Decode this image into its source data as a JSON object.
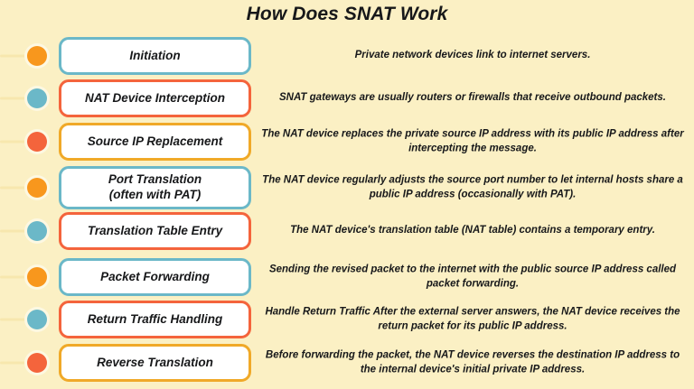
{
  "title": "How Does SNAT Work",
  "theme": {
    "background": "#fbf0c4",
    "box_fill": "#ffffff",
    "text": "#17181a",
    "teal": "#6bb8c8",
    "orange": "#f8971d",
    "orange_red": "#f4643c",
    "amber": "#f0a928",
    "dot_ring": "#fdf8e2",
    "connector": "#f7e7ae"
  },
  "steps": [
    {
      "index": "1",
      "label": "Initiation",
      "label_line2": "",
      "description": "Private network devices link to internet servers.",
      "dot_color": "#f8971d",
      "dot_name": "orange",
      "border_color": "#6bb8c8",
      "border_name": "teal"
    },
    {
      "index": "2",
      "label": "NAT Device Interception",
      "label_line2": "",
      "description": "SNAT gateways are usually routers or firewalls that receive outbound packets.",
      "dot_color": "#6bb8c8",
      "dot_name": "teal",
      "border_color": "#f4643c",
      "border_name": "orange-red"
    },
    {
      "index": "3",
      "label": "Source IP Replacement",
      "label_line2": "",
      "description": "The NAT device replaces the private source IP address with its public IP address after intercepting the message.",
      "dot_color": "#f4643c",
      "dot_name": "orange-red",
      "border_color": "#f0a928",
      "border_name": "amber"
    },
    {
      "index": "4",
      "label": "Port Translation",
      "label_line2": "(often with PAT)",
      "description": "The NAT device regularly adjusts the source port number to let internal hosts share a public IP address (occasionally with PAT).",
      "dot_color": "#f8971d",
      "dot_name": "orange",
      "border_color": "#6bb8c8",
      "border_name": "teal"
    },
    {
      "index": "5",
      "label": "Translation Table Entry",
      "label_line2": "",
      "description": "The NAT device's translation table (NAT table) contains a temporary entry.",
      "dot_color": "#6bb8c8",
      "dot_name": "teal",
      "border_color": "#f4643c",
      "border_name": "orange-red"
    },
    {
      "index": "6",
      "label": "Packet Forwarding",
      "label_line2": "",
      "description": "Sending the revised packet to the internet with the public source IP address called packet forwarding.",
      "dot_color": "#f8971d",
      "dot_name": "orange",
      "border_color": "#6bb8c8",
      "border_name": "teal"
    },
    {
      "index": "7",
      "label": "Return Traffic Handling",
      "label_line2": "",
      "description": "Handle Return Traffic After the external server answers, the NAT device receives the return packet for its public IP address.",
      "dot_color": "#6bb8c8",
      "dot_name": "teal",
      "border_color": "#f4643c",
      "border_name": "orange-red"
    },
    {
      "index": "8",
      "label": "Reverse Translation",
      "label_line2": "",
      "description": "Before forwarding the packet, the NAT device reverses the destination IP address to the internal device's initial private IP address.",
      "dot_color": "#f4643c",
      "dot_name": "orange-red",
      "border_color": "#f0a928",
      "border_name": "amber"
    }
  ]
}
